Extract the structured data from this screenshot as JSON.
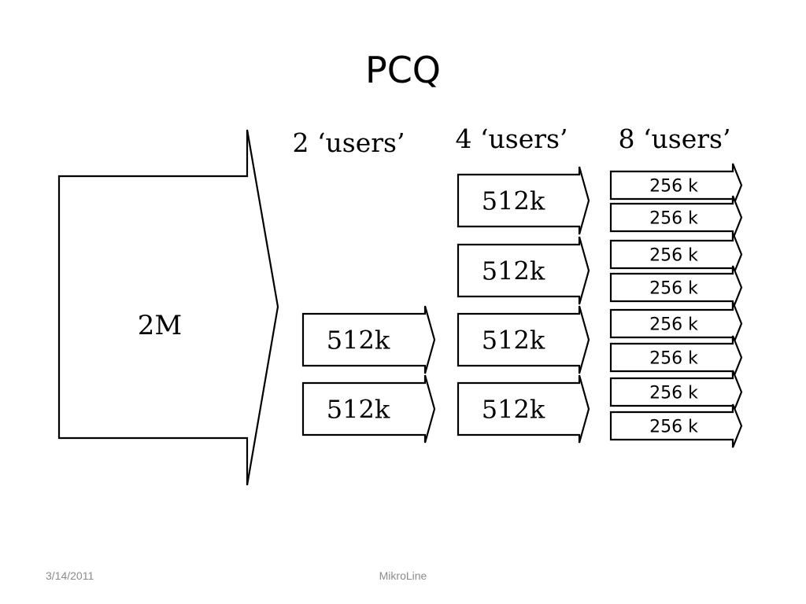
{
  "title": "PCQ",
  "source": {
    "label": "2M"
  },
  "groups": [
    {
      "header": "2 ‘users’",
      "rates": [
        "512k",
        "512k"
      ]
    },
    {
      "header": "4 ‘users’",
      "rates": [
        "512k",
        "512k",
        "512k",
        "512k"
      ]
    },
    {
      "header": "8 ‘users’",
      "rates": [
        "256 k",
        "256 k",
        "256 k",
        "256 k",
        "256 k",
        "256 k",
        "256 k",
        "256 k"
      ]
    }
  ],
  "footer": {
    "date": "3/14/2011",
    "center": "MikroLine"
  }
}
